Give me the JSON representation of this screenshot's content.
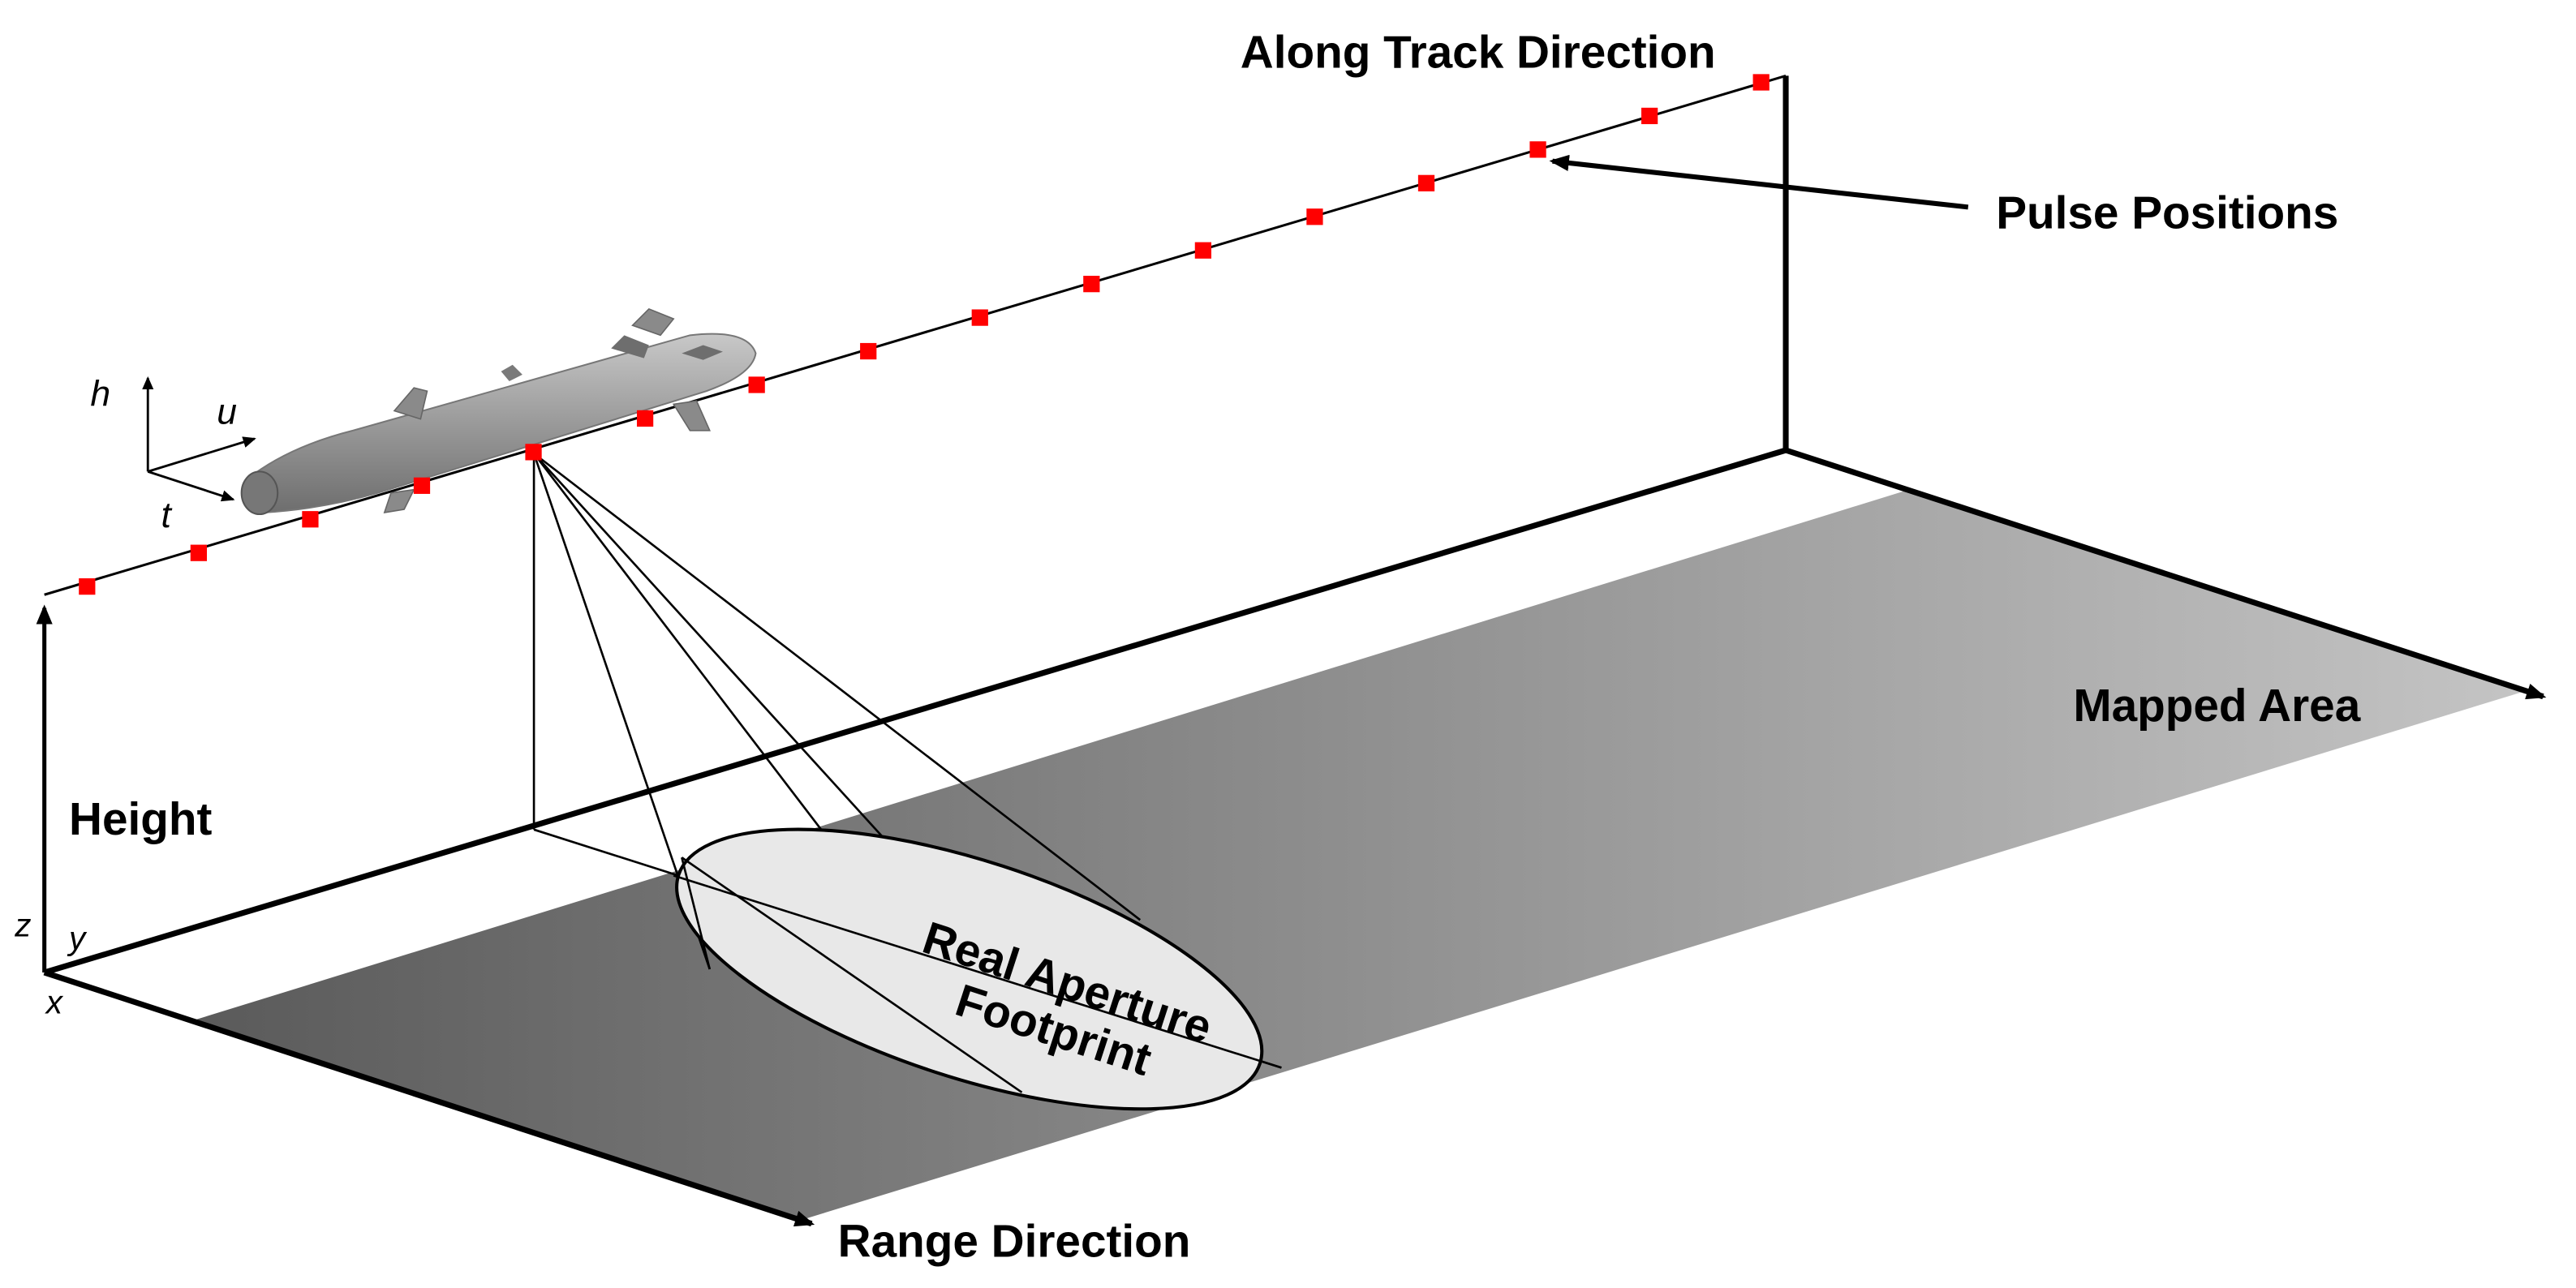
{
  "labels": {
    "along_track": "Along Track Direction",
    "pulse_positions": "Pulse Positions",
    "mapped_area": "Mapped Area",
    "height": "Height",
    "range_direction": "Range Direction",
    "footprint_line1": "Real Aperture",
    "footprint_line2": "Footprint"
  },
  "axis_symbols": {
    "h": "h",
    "u": "u",
    "t": "t",
    "x": "x",
    "y": "y",
    "z": "z"
  },
  "colors": {
    "pulse_marker": "#ff0000",
    "mapped_area_dark": "#5a5a5a",
    "mapped_area_light": "#c4c4c4",
    "footprint_fill": "#e8e8e8",
    "auv_body": "#9a9a9a"
  },
  "pulse_marker_count": 16
}
